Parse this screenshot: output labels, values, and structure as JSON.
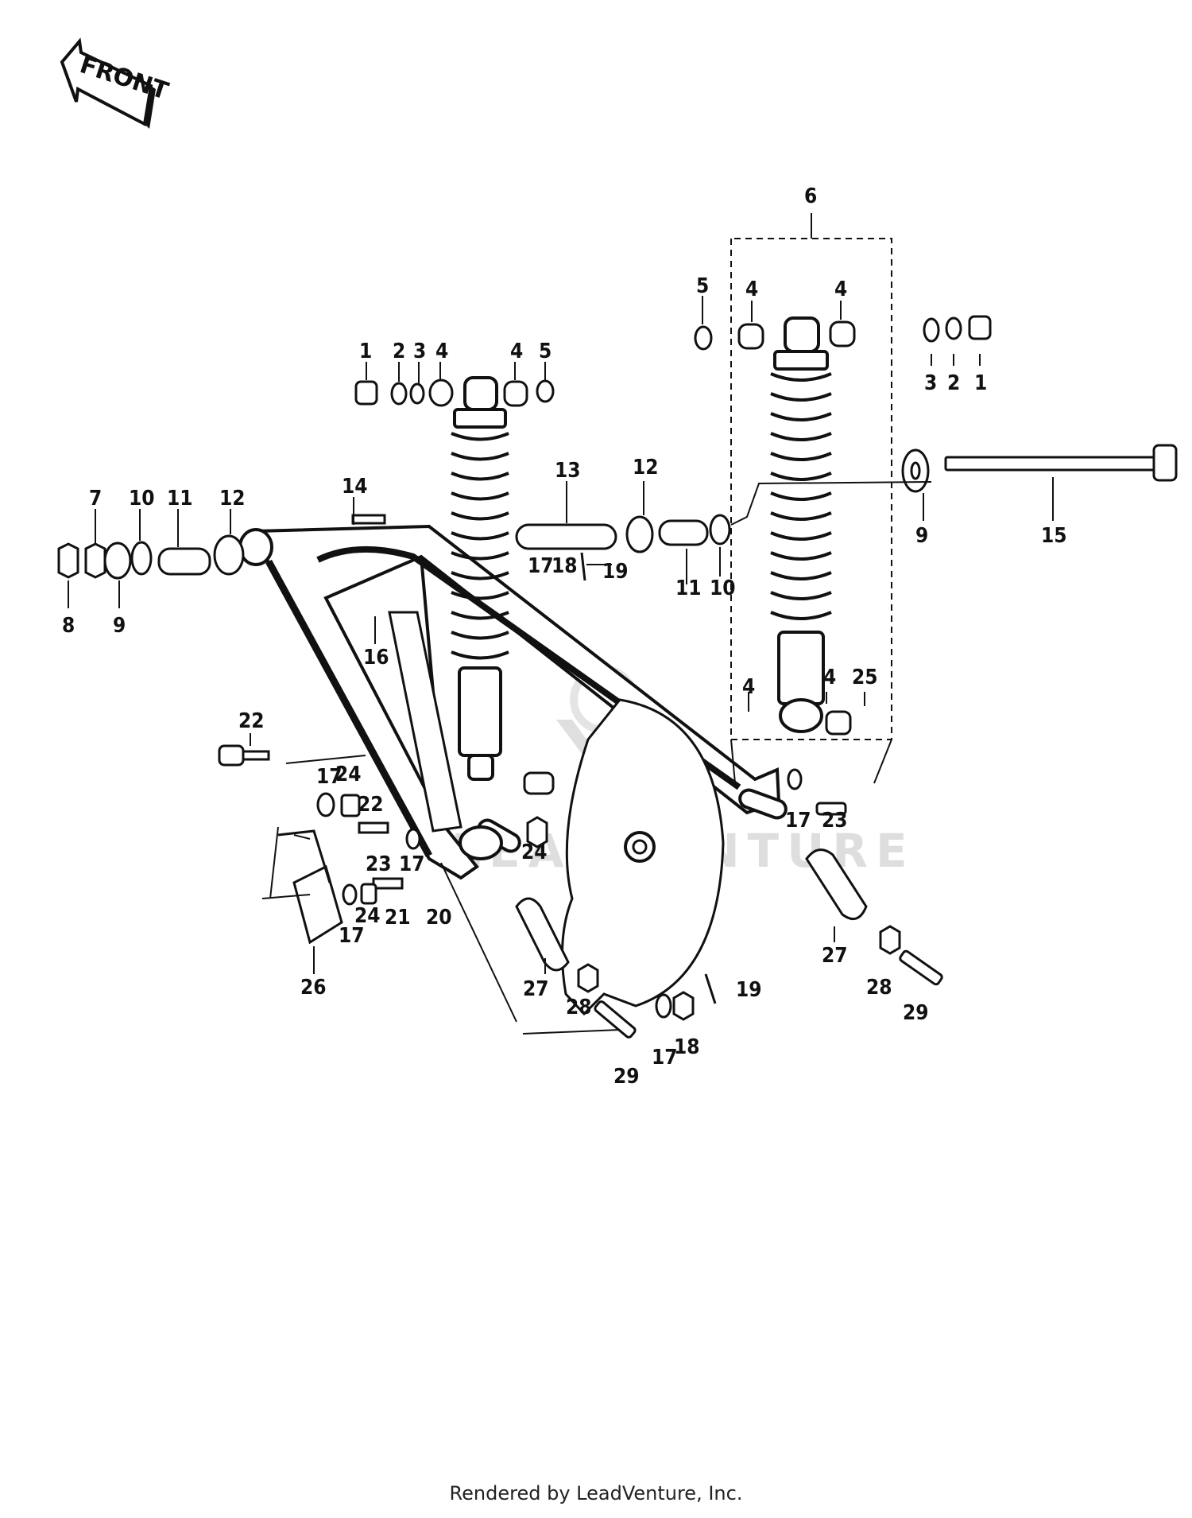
{
  "front_arrow": {
    "label": "FRONT"
  },
  "watermark": {
    "text": "LEADVENTURE"
  },
  "footer": {
    "text": "Rendered by LeadVenture, Inc."
  },
  "icons": [
    "front-arrow-icon",
    "nut-icon",
    "washer-icon",
    "bushing-icon",
    "shock-absorber-icon",
    "swing-arm-icon",
    "bolt-icon",
    "chain-adjuster-icon",
    "sprocket-cover-icon",
    "cotter-pin-icon"
  ],
  "part_labels": [
    {
      "id": "lbl-1a",
      "text": "1"
    },
    {
      "id": "lbl-2a",
      "text": "2"
    },
    {
      "id": "lbl-3a",
      "text": "3"
    },
    {
      "id": "lbl-4a",
      "text": "4"
    },
    {
      "id": "lbl-4b",
      "text": "4"
    },
    {
      "id": "lbl-5a",
      "text": "5"
    },
    {
      "id": "lbl-5b",
      "text": "5"
    },
    {
      "id": "lbl-4c",
      "text": "4"
    },
    {
      "id": "lbl-4d",
      "text": "4"
    },
    {
      "id": "lbl-6",
      "text": "6"
    },
    {
      "id": "lbl-3b",
      "text": "3"
    },
    {
      "id": "lbl-2b",
      "text": "2"
    },
    {
      "id": "lbl-1b",
      "text": "1"
    },
    {
      "id": "lbl-7",
      "text": "7"
    },
    {
      "id": "lbl-10a",
      "text": "10"
    },
    {
      "id": "lbl-11a",
      "text": "11"
    },
    {
      "id": "lbl-12a",
      "text": "12"
    },
    {
      "id": "lbl-14",
      "text": "14"
    },
    {
      "id": "lbl-13",
      "text": "13"
    },
    {
      "id": "lbl-12b",
      "text": "12"
    },
    {
      "id": "lbl-8",
      "text": "8"
    },
    {
      "id": "lbl-9a",
      "text": "9"
    },
    {
      "id": "lbl-17a",
      "text": "17"
    },
    {
      "id": "lbl-18a",
      "text": "18"
    },
    {
      "id": "lbl-19a",
      "text": "19"
    },
    {
      "id": "lbl-11b",
      "text": "11"
    },
    {
      "id": "lbl-10b",
      "text": "10"
    },
    {
      "id": "lbl-9b",
      "text": "9"
    },
    {
      "id": "lbl-15",
      "text": "15"
    },
    {
      "id": "lbl-16",
      "text": "16"
    },
    {
      "id": "lbl-4e",
      "text": "4"
    },
    {
      "id": "lbl-4f",
      "text": "4"
    },
    {
      "id": "lbl-25",
      "text": "25"
    },
    {
      "id": "lbl-22a",
      "text": "22"
    },
    {
      "id": "lbl-17b",
      "text": "17"
    },
    {
      "id": "lbl-24a",
      "text": "24"
    },
    {
      "id": "lbl-22b",
      "text": "22"
    },
    {
      "id": "lbl-17c",
      "text": "17"
    },
    {
      "id": "lbl-23a",
      "text": "23"
    },
    {
      "id": "lbl-23b",
      "text": "23"
    },
    {
      "id": "lbl-24b",
      "text": "24"
    },
    {
      "id": "lbl-17d",
      "text": "17"
    },
    {
      "id": "lbl-24c",
      "text": "24"
    },
    {
      "id": "lbl-21",
      "text": "21"
    },
    {
      "id": "lbl-20",
      "text": "20"
    },
    {
      "id": "lbl-17e",
      "text": "17"
    },
    {
      "id": "lbl-26",
      "text": "26"
    },
    {
      "id": "lbl-27a",
      "text": "27"
    },
    {
      "id": "lbl-28a",
      "text": "28"
    },
    {
      "id": "lbl-19b",
      "text": "19"
    },
    {
      "id": "lbl-27b",
      "text": "27"
    },
    {
      "id": "lbl-28b",
      "text": "28"
    },
    {
      "id": "lbl-29a",
      "text": "29"
    },
    {
      "id": "lbl-29b",
      "text": "29"
    },
    {
      "id": "lbl-17f",
      "text": "17"
    },
    {
      "id": "lbl-18b",
      "text": "18"
    }
  ]
}
